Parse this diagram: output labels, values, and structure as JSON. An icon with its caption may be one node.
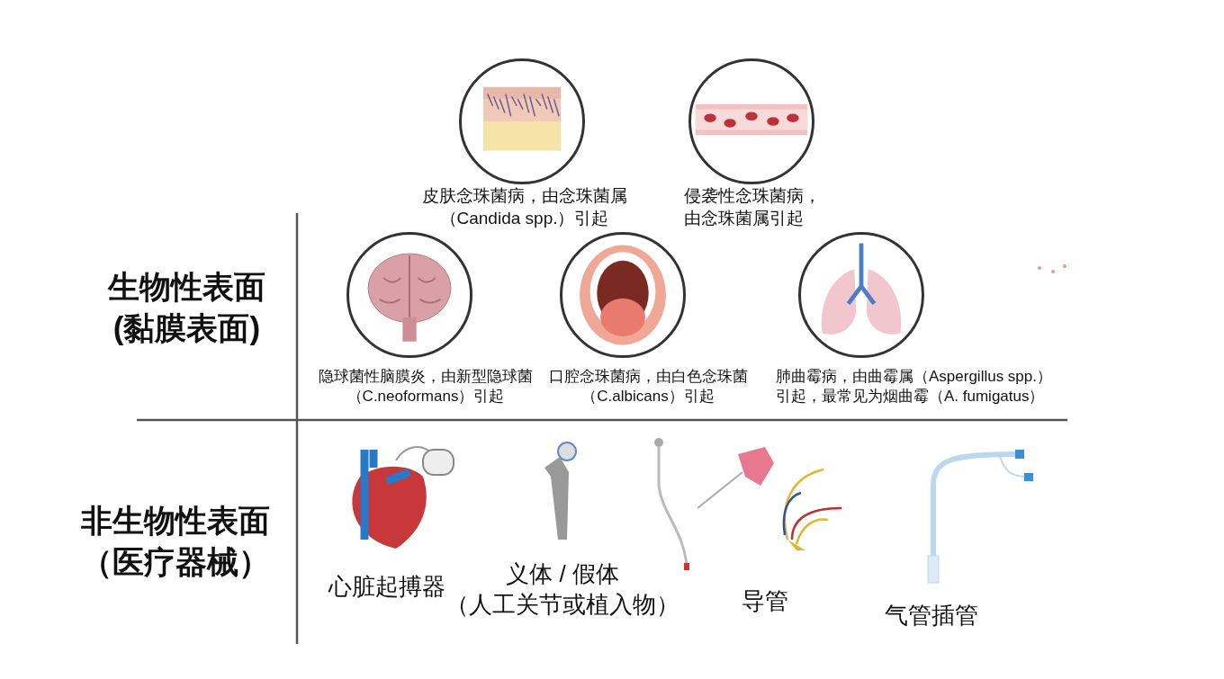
{
  "diagram": {
    "nodes": [
      {
        "text": [],
        "shape": "picture",
        "beside": [
          "皮肤念珠菌病，由念珠菌属（Candida spp.）引起"
        ]
      },
      {
        "text": [],
        "shape": "picture",
        "beside": [
          "侵袭性念珠菌病，由念珠菌属引起"
        ]
      },
      {
        "text": [],
        "shape": "picture",
        "beside": [
          "隐球菌性脑膜炎，由新型隐球菌（C.neoformans）引起"
        ]
      },
      {
        "text": [],
        "shape": "picture",
        "beside": [
          "口腔念珠菌病，由白色念珠菌（C.albicans）引起"
        ]
      },
      {
        "text": [],
        "shape": "picture",
        "beside": [
          "肺曲霉病，由曲霉属（Aspergillus spp.）引起，最常见为烟曲霉（A. fumigatus）"
        ]
      }
    ],
    "labels": [
      "生物性表面(黏膜表面)",
      "非生物性表面（医疗器械）",
      "心脏起搏器",
      "义体 / 假体（人工关节或植入物）",
      "导管",
      "气管插管"
    ]
  }
}
